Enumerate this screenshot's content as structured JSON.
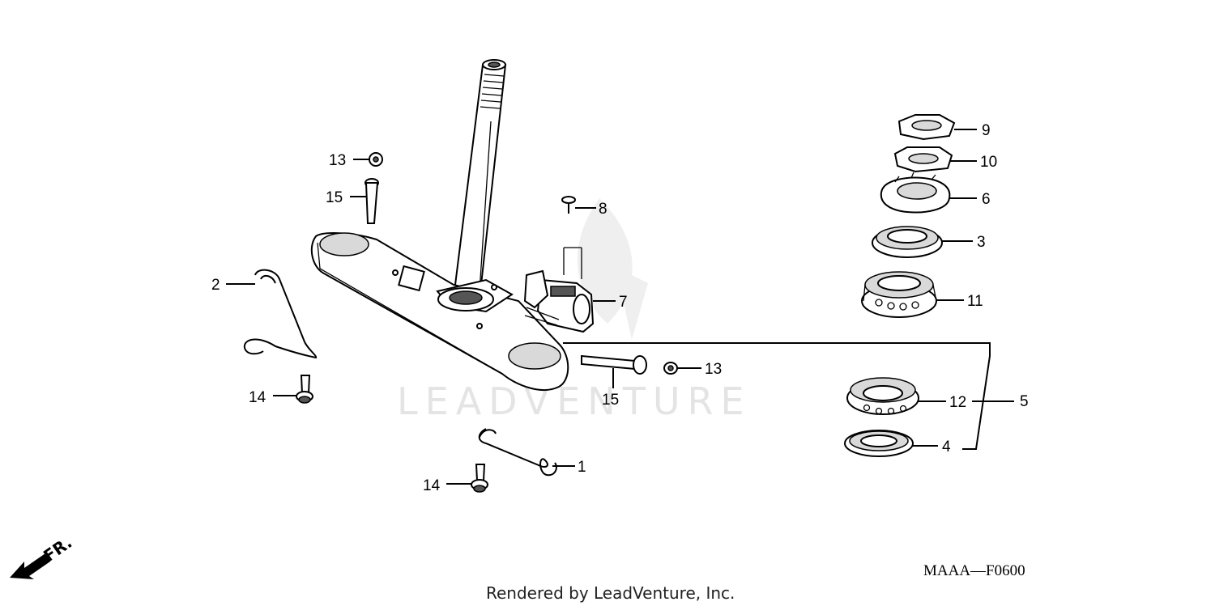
{
  "watermark": "LEADVENTURE",
  "diagram_code": "MAAA—F0600",
  "credit": "Rendered by LeadVenture, Inc.",
  "direction_marker": "FR.",
  "callouts": {
    "c1": "1",
    "c2": "2",
    "c3": "3",
    "c4": "4",
    "c5": "5",
    "c6": "6",
    "c7": "7",
    "c8": "8",
    "c9": "9",
    "c10": "10",
    "c11": "11",
    "c12": "12",
    "c13a": "13",
    "c13b": "13",
    "c14a": "14",
    "c14b": "14",
    "c15a": "15",
    "c15b": "15"
  }
}
